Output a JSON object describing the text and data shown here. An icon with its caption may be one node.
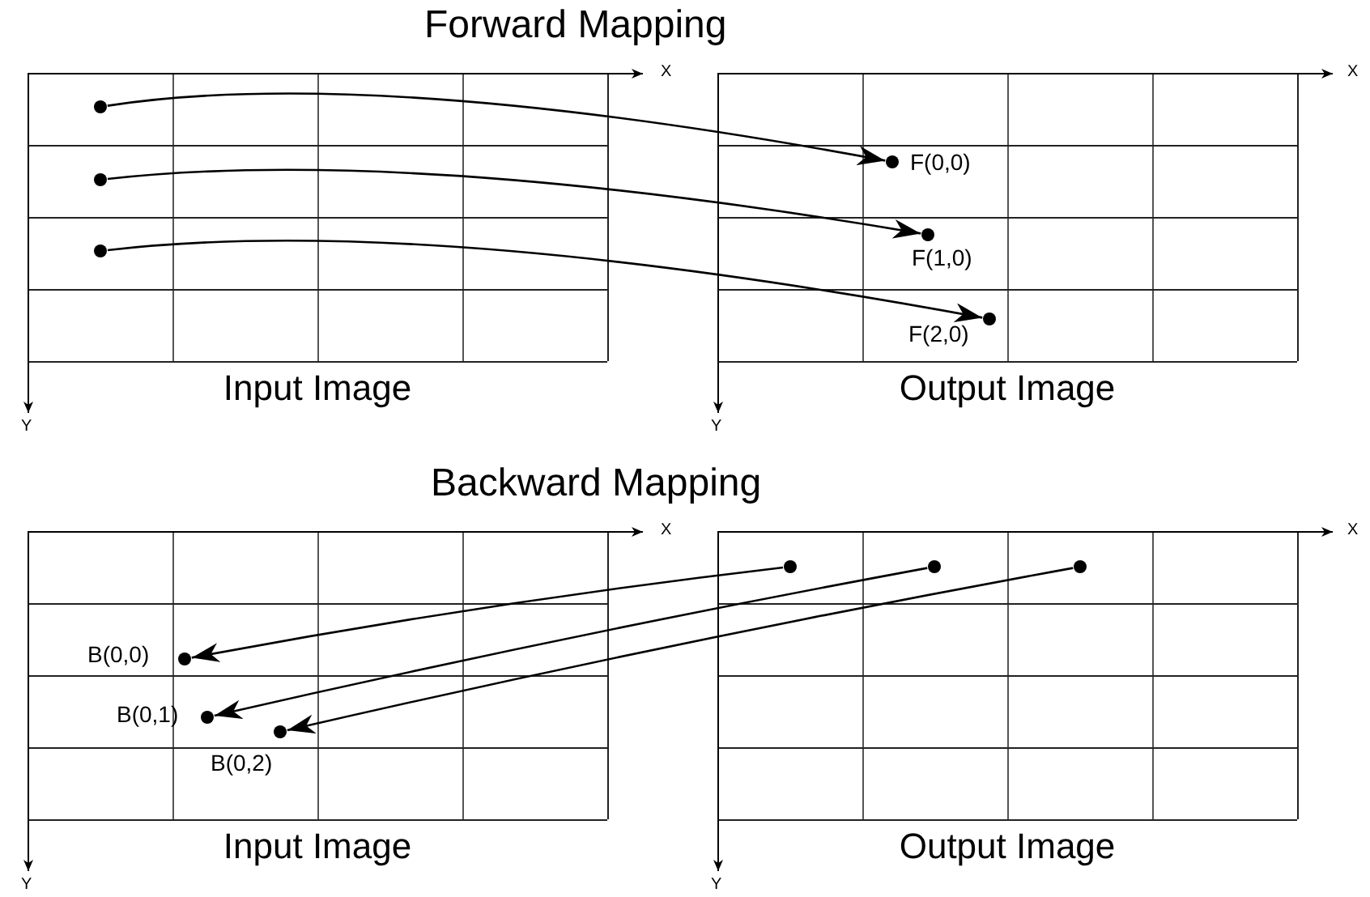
{
  "diagram": {
    "nodes": [
      {
        "text": [
          "Input Image"
        ]
      },
      {
        "text": [],
        "shape": "circle",
        "in": 0
      },
      {
        "text": [],
        "shape": "circle",
        "in": 0
      },
      {
        "text": [],
        "shape": "circle",
        "in": 0
      },
      {
        "text": [
          "Output Image"
        ]
      },
      {
        "text": [],
        "shape": "circle",
        "in": 4,
        "beside": [
          "F(0,0)"
        ]
      },
      {
        "text": [],
        "shape": "circle",
        "in": 4,
        "beside": [
          "F(1,0)"
        ]
      },
      {
        "text": [],
        "shape": "circle",
        "in": 4,
        "beside": [
          "F(2,0)"
        ]
      },
      {
        "text": [
          "Input Image"
        ]
      },
      {
        "text": [],
        "shape": "circle",
        "in": 8,
        "beside": [
          "B(0,0)"
        ]
      },
      {
        "text": [],
        "shape": "circle",
        "in": 8,
        "beside": [
          "B(0,1)"
        ]
      },
      {
        "text": [],
        "shape": "circle",
        "in": 8,
        "beside": [
          "B(0,2)"
        ]
      },
      {
        "text": [
          "Output Image"
        ]
      },
      {
        "text": [],
        "shape": "circle",
        "in": 12
      },
      {
        "text": [],
        "shape": "circle",
        "in": 12
      },
      {
        "text": [],
        "shape": "circle",
        "in": 12
      }
    ],
    "edges": [
      {
        "from": 1,
        "to": 5,
        "arrow": "to"
      },
      {
        "from": 2,
        "to": 6,
        "arrow": "to"
      },
      {
        "from": 3,
        "to": 7,
        "arrow": "to"
      },
      {
        "from": 13,
        "to": 9,
        "arrow": "to"
      },
      {
        "from": 14,
        "to": 10,
        "arrow": "to"
      },
      {
        "from": 15,
        "to": 11,
        "arrow": "to"
      }
    ],
    "labels": [
      "Forward Mapping",
      "X",
      "X",
      "Y",
      "Y",
      "Backward Mapping",
      "X",
      "X",
      "Y",
      "Y"
    ]
  }
}
